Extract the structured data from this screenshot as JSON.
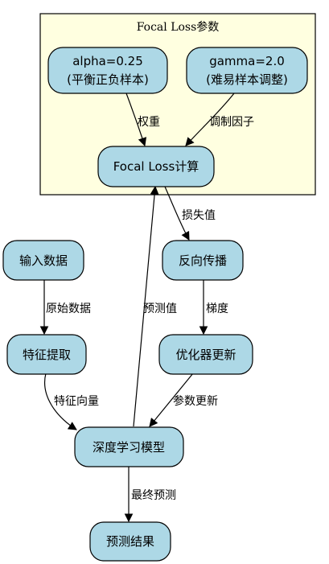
{
  "cluster": {
    "title": "Focal Loss参数"
  },
  "nodes": {
    "alpha": {
      "line1": "alpha=0.25",
      "line2": "(平衡正负样本)"
    },
    "gamma": {
      "line1": "gamma=2.0",
      "line2": "(难易样本调整)"
    },
    "focal_loss": "Focal Loss计算",
    "input": "输入数据",
    "backprop": "反向传播",
    "feature": "特征提取",
    "optimizer": "优化器更新",
    "model": "深度学习模型",
    "result": "预测结果"
  },
  "edges": {
    "alpha_to_loss": "权重",
    "gamma_to_loss": "调制因子",
    "loss_to_backprop": "损失值",
    "model_to_loss": "预测值",
    "input_to_feature": "原始数据",
    "backprop_to_optimizer": "梯度",
    "feature_to_model": "特征向量",
    "optimizer_to_model": "参数更新",
    "model_to_result": "最终预测"
  },
  "colors": {
    "node_fill": "#add8e6",
    "cluster_fill": "#ffffe0",
    "stroke": "#000000"
  }
}
